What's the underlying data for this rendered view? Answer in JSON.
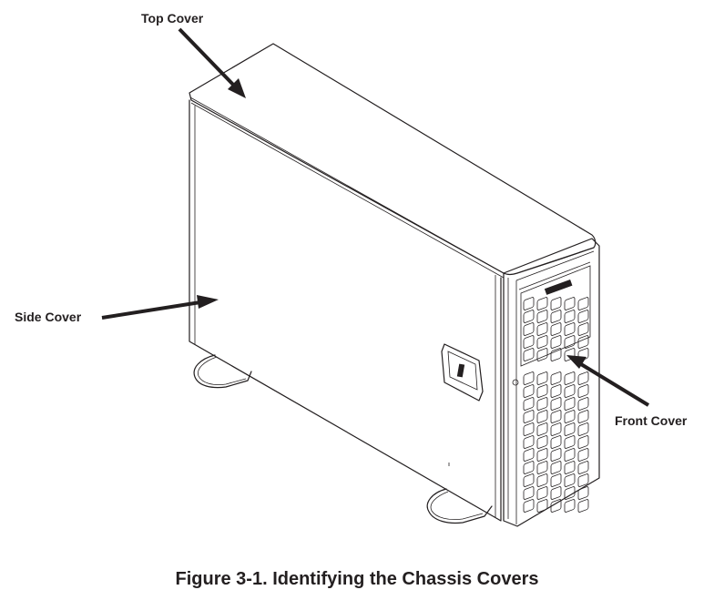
{
  "figure": {
    "caption": "Figure 3-1. Identifying the Chassis Covers",
    "subject": "tower server chassis",
    "callouts": [
      {
        "id": "top",
        "label": "Top Cover"
      },
      {
        "id": "side",
        "label": "Side Cover"
      },
      {
        "id": "front",
        "label": "Front Cover"
      }
    ]
  }
}
